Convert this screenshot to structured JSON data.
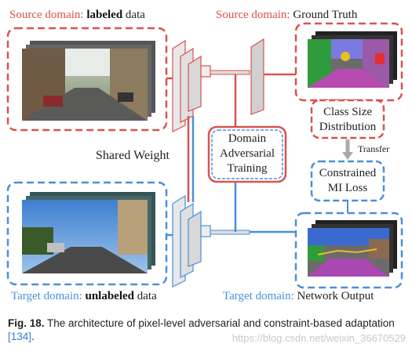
{
  "source_label": {
    "prefix": "Source domain: ",
    "emph": "labeled",
    "suffix": " data"
  },
  "source_gt_label": {
    "prefix": "Source domain: ",
    "suffix": "Ground Truth"
  },
  "shared_weight": "Shared Weight",
  "domain_adv": {
    "line1": "Domain",
    "line2": "Adversarial",
    "line3": "Training"
  },
  "class_size": {
    "line1": "Class Size",
    "line2": "Distribution"
  },
  "transfer": "Transfer",
  "constrained": {
    "line1": "Constrained",
    "line2": "MI Loss"
  },
  "target_label": {
    "prefix": "Target domain: ",
    "emph": "unlabeled",
    "suffix": " data"
  },
  "target_out_label": {
    "prefix": "Target domain: ",
    "suffix": "Network Output"
  },
  "caption": {
    "fig": "Fig. 18.",
    "text": " The architecture of pixel-level adversarial and constraint-based adaptation ",
    "ref": "[134]",
    "end": "."
  },
  "watermark": "https://blog.csdn.net/weixin_36670529",
  "colors": {
    "source": "#d9534f",
    "target": "#4a90d9"
  }
}
